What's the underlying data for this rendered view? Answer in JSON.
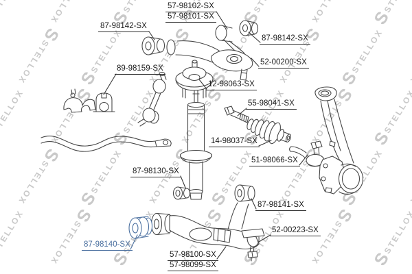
{
  "watermark": {
    "brand": "STELLOX",
    "logo_letter": "S",
    "color": "#c9c9c9"
  },
  "colors": {
    "highlight": "#4a6f9f",
    "line": "#474747",
    "label": "#1b1b1b"
  },
  "diagram_type": "suspension-parts-exploded-diagram",
  "labels": [
    {
      "text": "57-98102-SX",
      "highlighted": false
    },
    {
      "text": "57-98101-SX",
      "highlighted": false
    },
    {
      "text": "87-98142-SX",
      "highlighted": false
    },
    {
      "text": "87-98142-SX",
      "highlighted": false
    },
    {
      "text": "52-00200-SX",
      "highlighted": false
    },
    {
      "text": "89-98159-SX",
      "highlighted": false
    },
    {
      "text": "12-98063-SX",
      "highlighted": false
    },
    {
      "text": "55-98041-SX",
      "highlighted": false
    },
    {
      "text": "14-98037-SX",
      "highlighted": false
    },
    {
      "text": "51-98066-SX",
      "highlighted": false
    },
    {
      "text": "87-98130-SX",
      "highlighted": false
    },
    {
      "text": "87-98141-SX",
      "highlighted": false
    },
    {
      "text": "52-00223-SX",
      "highlighted": false
    },
    {
      "text": "87-98140-SX",
      "highlighted": true
    },
    {
      "text": "57-98100-SX",
      "highlighted": false
    },
    {
      "text": "57-98099-SX",
      "highlighted": false
    }
  ]
}
